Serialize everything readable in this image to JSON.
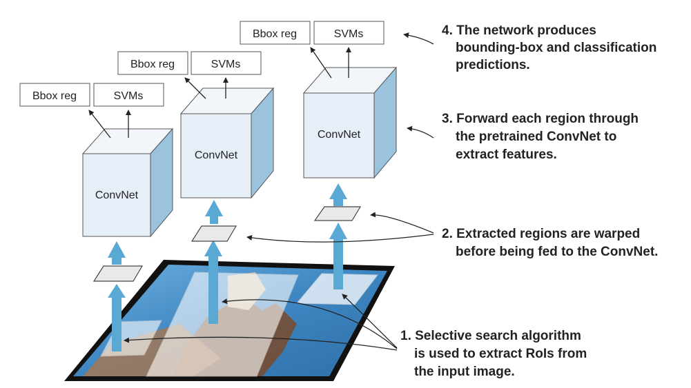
{
  "units": [
    {
      "bbox_label": "Bbox reg",
      "svm_label": "SVMs",
      "cube_label": "ConvNet"
    },
    {
      "bbox_label": "Bbox reg",
      "svm_label": "SVMs",
      "cube_label": "ConvNet"
    },
    {
      "bbox_label": "Bbox reg",
      "svm_label": "SVMs",
      "cube_label": "ConvNet"
    }
  ],
  "annotations": [
    {
      "lines": [
        "4. The network produces",
        "bounding-box and classification",
        "predictions."
      ]
    },
    {
      "lines": [
        "3. Forward each region through",
        "the pretrained ConvNet to",
        "extract features."
      ]
    },
    {
      "lines": [
        "2. Extracted regions are warped",
        "before being fed to the ConvNet."
      ]
    },
    {
      "lines": [
        "1. Selective search algorithm",
        "is used to extract RoIs from",
        "the input image."
      ]
    }
  ],
  "colors": {
    "cube_front": "#e6eef7",
    "cube_top": "#f2f6fb",
    "cube_side": "#9cc3de",
    "arrow_blue": "#5aa8d4",
    "sky": "#3e86c2"
  }
}
